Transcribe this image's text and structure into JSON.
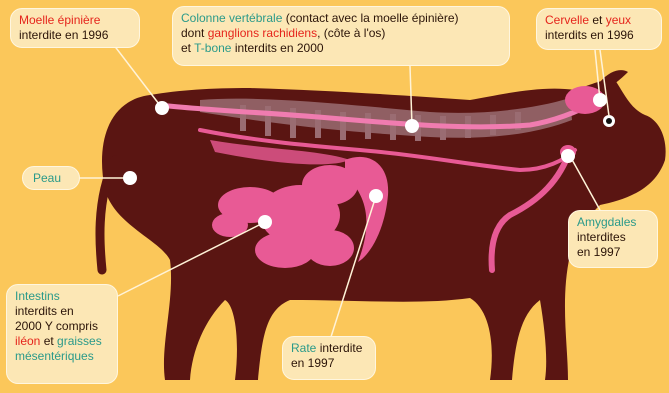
{
  "colors": {
    "background": "#fbc75a",
    "body": "#5a1512",
    "organ": "#e85a95",
    "spine": "#f07cb0",
    "bone": "#9a6c72",
    "label_bg": "#fce7b5",
    "accent_red": "#e5251c",
    "accent_teal": "#2a9a8a"
  },
  "labels": {
    "moelle": {
      "term": "Moelle épinière",
      "line2": "interdite en 1996"
    },
    "colonne": {
      "term": "Colonne vertébrale",
      "t1": " (contact avec la moelle épinière)",
      "t2": "dont ",
      "term2": "ganglions rachidiens",
      "t3": ", (côte à l'os)",
      "t4": "et ",
      "term3": "T-bone",
      "t5": " interdits en 2000"
    },
    "cervelle": {
      "term1": "Cervelle",
      "mid": " et ",
      "term2": "yeux",
      "line2": "interdits en 1996"
    },
    "peau": {
      "term": "Peau"
    },
    "amygdales": {
      "term": "Amygdales",
      "line2": "interdites",
      "line3": "en 1997"
    },
    "intestins": {
      "term": "Intestins",
      "line2": "interdits en",
      "line3": "2000 Y compris",
      "term2": "iléon",
      "mid": " et ",
      "term3": "graisses",
      "term4": "mésentériques"
    },
    "rate": {
      "term": "Rate",
      "rest": " interdite",
      "line2": "en 1997"
    }
  }
}
